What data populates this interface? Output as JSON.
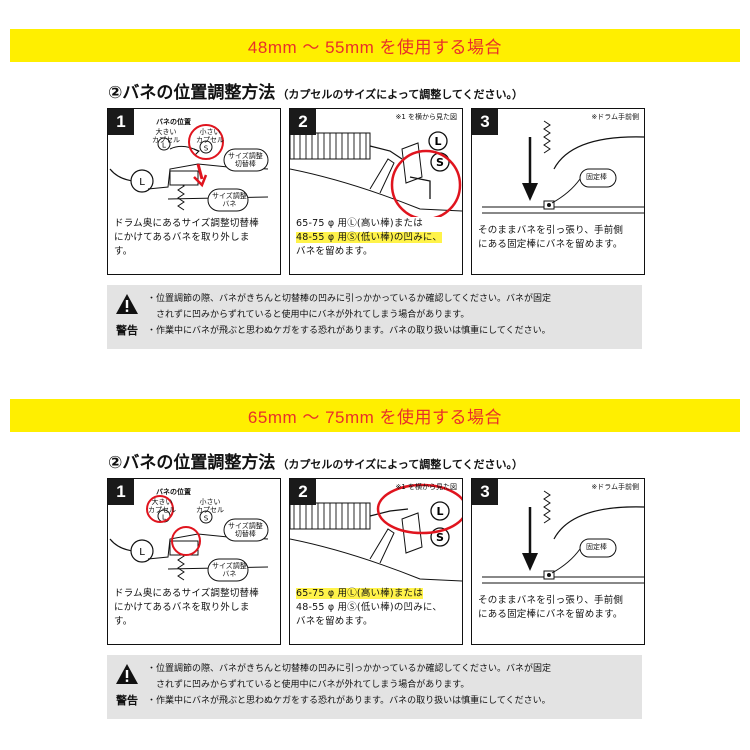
{
  "sections": [
    {
      "banner": "48mm ～ 55mm を使用する場合",
      "heading": "②バネの位置調整方法",
      "heading_sub": "（カプセルのサイズによって調整してください。）",
      "steps": [
        {
          "num": "1",
          "title": "バネの位置",
          "large_label_1": "大きい",
          "large_label_2": "カプセル",
          "small_label_1": "小さい",
          "small_label_2": "カプセル",
          "switch_label_1": "サイズ調整",
          "switch_label_2": "切替棒",
          "spring_label_1": "サイズ調整",
          "spring_label_2": "バネ",
          "caption": [
            "ドラム奥にあるサイズ調整切替棒",
            "にかけてあるバネを取り外しま",
            "す。"
          ]
        },
        {
          "num": "2",
          "note": "※1 を横から見た図",
          "caption_1": "65-75 φ 用Ⓛ(高い棒)または",
          "caption_2": "48-55 φ 用Ⓢ(低い棒)の凹みに、",
          "caption_3": "バネを留めます。"
        },
        {
          "num": "3",
          "note": "※ドラム手前側",
          "fixed_label": "固定棒",
          "caption": [
            "そのままバネを引っ張り、手前側",
            "にある固定棒にバネを留めます。"
          ]
        }
      ],
      "warning": {
        "label": "警告",
        "lines": [
          "・位置調節の際、バネがきちんと切替棒の凹みに引っかかっているか確認してください。バネが固定",
          "　されずに凹みからずれていると使用中にバネが外れてしまう場合があります。",
          "・作業中にバネが飛ぶと思わぬケガをする恐れがあります。バネの取り扱いは慎重にしてください。"
        ]
      }
    },
    {
      "banner": "65mm ～ 75mm を使用する場合",
      "heading": "②バネの位置調整方法",
      "heading_sub": "（カプセルのサイズによって調整してください。）",
      "steps": [
        {
          "num": "1",
          "title": "バネの位置",
          "large_label_1": "大きい",
          "large_label_2": "カプセル",
          "small_label_1": "小さい",
          "small_label_2": "カプセル",
          "switch_label_1": "サイズ調整",
          "switch_label_2": "切替棒",
          "spring_label_1": "サイズ調整",
          "spring_label_2": "バネ",
          "caption": [
            "ドラム奥にあるサイズ調整切替棒",
            "にかけてあるバネを取り外しま",
            "す。"
          ]
        },
        {
          "num": "2",
          "note": "※1 を横から見た図",
          "caption_1": "65-75 φ 用Ⓛ(高い棒)または",
          "caption_2": "48-55 φ 用Ⓢ(低い棒)の凹みに、",
          "caption_3": "バネを留めます。"
        },
        {
          "num": "3",
          "note": "※ドラム手前側",
          "fixed_label": "固定棒",
          "caption": [
            "そのままバネを引っ張り、手前側",
            "にある固定棒にバネを留めます。"
          ]
        }
      ],
      "warning": {
        "label": "警告",
        "lines": [
          "・位置調節の際、バネがきちんと切替棒の凹みに引っかかっているか確認してください。バネが固定",
          "　されずに凹みからずれていると使用中にバネが外れてしまう場合があります。",
          "・作業中にバネが飛ぶと思わぬケガをする恐れがあります。バネの取り扱いは慎重にしてください。"
        ]
      }
    }
  ],
  "colors": {
    "banner_bg": "#ffef00",
    "banner_text": "#e8302a",
    "highlight": "#fff34a",
    "ring": "#e0141e",
    "warning_bg": "#e3e3e3"
  },
  "icons": [
    "warning-triangle-icon",
    "circled-L-icon",
    "circled-S-icon"
  ]
}
